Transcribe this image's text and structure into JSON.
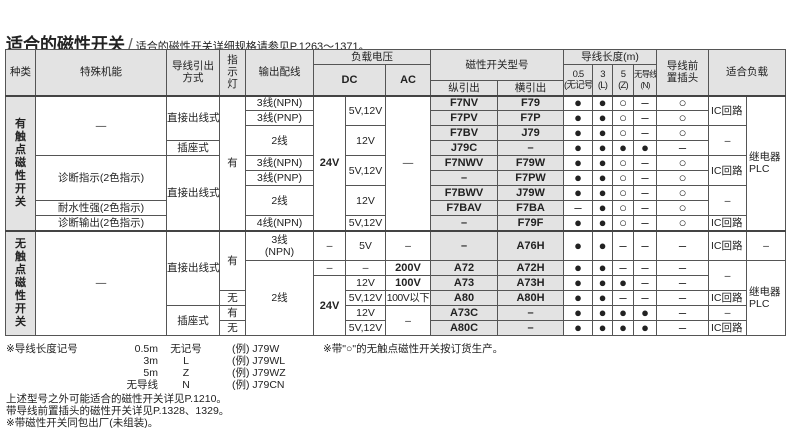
{
  "title": {
    "main": "适合的磁性开关",
    "slash": "/",
    "sub": "适合的磁性开关详细规格请参见P.1263～1371。"
  },
  "header": {
    "row1": [
      "种类",
      "特殊机能",
      "导线引出\n方式",
      "指\n示\n灯",
      "输出配线",
      "负载电压",
      "磁性开关型号",
      "导线长度(m)",
      "导线前\n置插头",
      "适合负载"
    ],
    "row2": [
      "DC",
      "AC",
      "0.5\n(无记号)",
      "3\n(L)",
      "5\n(Z)",
      "无导线\n(N)"
    ],
    "row3": [
      "纵引出",
      "横引出"
    ]
  },
  "section1": [
    [
      "有\n触\n点\n磁\n性\n开\n关",
      "—",
      "直接出线式",
      "有",
      "3线(NPN)",
      "24V",
      "5V,12V",
      "—",
      "F7NV",
      "F79",
      "●",
      "●",
      "○",
      "–",
      "○",
      "IC回路",
      "继电器\nPLC"
    ],
    [
      "3线(PNP)",
      "F7PV",
      "F7P",
      "●",
      "●",
      "○",
      "–",
      "○"
    ],
    [
      "2线",
      "12V",
      "F7BV",
      "J79",
      "●",
      "●",
      "○",
      "–",
      "○",
      "–"
    ],
    [
      "插座式",
      "J79C",
      "–",
      "●",
      "●",
      "●",
      "●",
      "–"
    ],
    [
      "诊断指示(2色指示)",
      "直接出线式",
      "3线(NPN)",
      "5V,12V",
      "F7NWV",
      "F79W",
      "●",
      "●",
      "○",
      "–",
      "○",
      "IC回路"
    ],
    [
      "3线(PNP)",
      "–",
      "F7PW",
      "●",
      "●",
      "○",
      "–",
      "○"
    ],
    [
      "2线",
      "12V",
      "F7BWV",
      "J79W",
      "●",
      "●",
      "○",
      "–",
      "○",
      "–"
    ],
    [
      "耐水性强(2色指示)",
      "F7BAV",
      "F7BA",
      "–",
      "●",
      "○",
      "–",
      "○"
    ],
    [
      "诊断输出(2色指示)",
      "4线(NPN)",
      "5V,12V",
      "–",
      "F79F",
      "●",
      "●",
      "○",
      "–",
      "○",
      "IC回路"
    ]
  ],
  "section2": [
    [
      "无\n触\n点\n磁\n性\n开\n关",
      "—",
      "直接出线式",
      "有",
      "3线\n(NPN)",
      "–",
      "5V",
      "–",
      "–",
      "A76H",
      "●",
      "●",
      "–",
      "–",
      "–",
      "IC回路",
      "–"
    ],
    [
      "2线",
      "–",
      "–",
      "200V",
      "A72",
      "A72H",
      "●",
      "●",
      "–",
      "–",
      "–",
      "–",
      "继电器\nPLC"
    ],
    [
      "24V",
      "12V",
      "100V",
      "A73",
      "A73H",
      "●",
      "●",
      "●",
      "–",
      "–"
    ],
    [
      "无",
      "5V,12V",
      "100V以下",
      "A80",
      "A80H",
      "●",
      "●",
      "–",
      "–",
      "–",
      "IC回路"
    ],
    [
      "插座式",
      "有",
      "12V",
      "–",
      "A73C",
      "–",
      "●",
      "●",
      "●",
      "●",
      "–",
      "–"
    ],
    [
      "无",
      "5V,12V",
      "A80C",
      "–",
      "●",
      "●",
      "●",
      "●",
      "–",
      "IC回路"
    ]
  ],
  "notes": {
    "lead_length_label": "※导线长度记号",
    "lengths": [
      "0.5m",
      "3m",
      "5m",
      "无导线"
    ],
    "symbols": [
      "无记号",
      "L",
      "Z",
      "N"
    ],
    "examples": [
      "(例) J79W",
      "(例) J79WL",
      "(例) J79WZ",
      "(例) J79CN"
    ],
    "order_note": "※带\"○\"的无触点磁性开关按订货生产。",
    "other": [
      "上述型号之外可能适合的磁性开关详见P.1210。",
      "带导线前置插头的磁性开关详见P.1328、1329。",
      "※带磁性开关同包出厂(未组装)。"
    ]
  }
}
